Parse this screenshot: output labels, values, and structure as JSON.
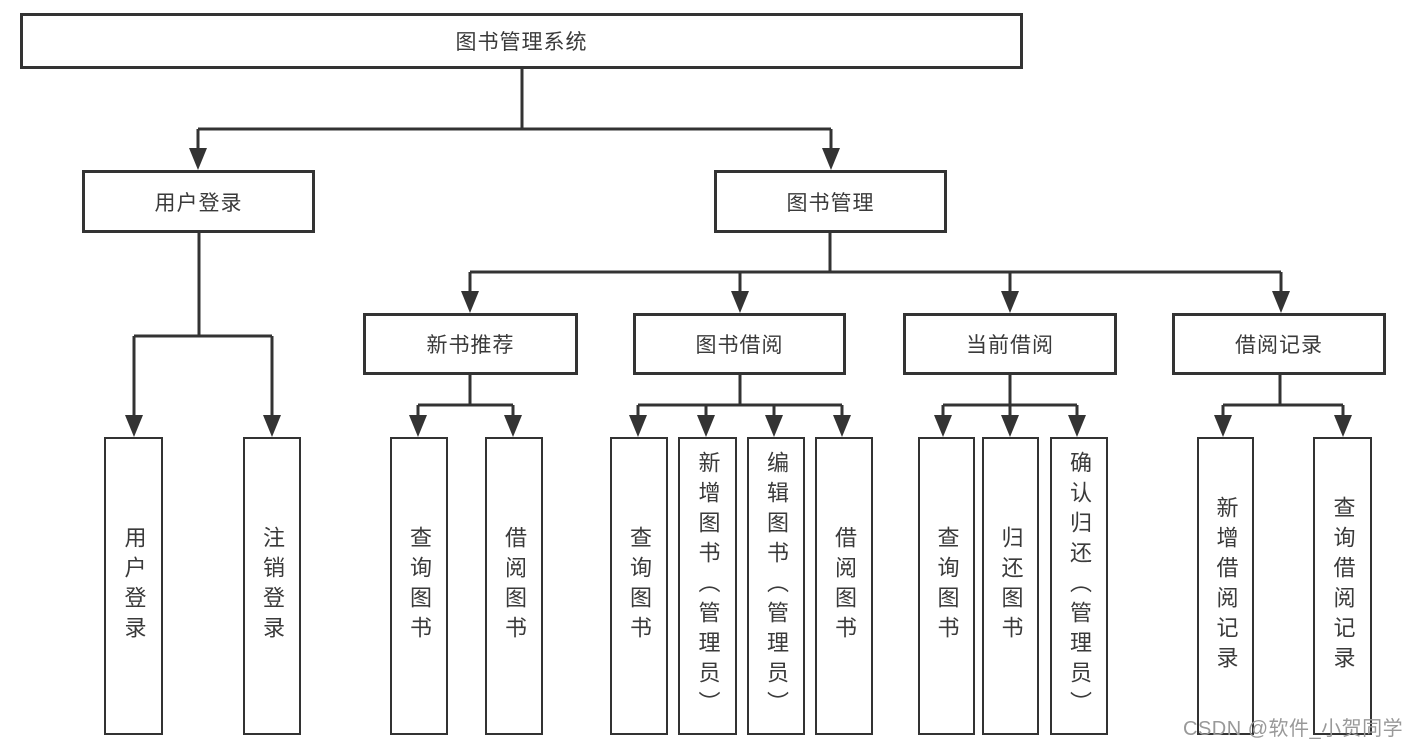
{
  "diagram": {
    "title": "图书管理系统",
    "nodes": {
      "root": {
        "label": "图书管理系统"
      },
      "user_login": {
        "label": "用户登录"
      },
      "book_mgmt": {
        "label": "图书管理"
      },
      "new_book_rec": {
        "label": "新书推荐"
      },
      "book_borrow": {
        "label": "图书借阅"
      },
      "cur_borrow": {
        "label": "当前借阅"
      },
      "borrow_rcd": {
        "label": "借阅记录"
      },
      "leaf_user_login": {
        "label": "用户登录"
      },
      "leaf_logout": {
        "label": "注销登录"
      },
      "rec_query_book": {
        "label": "查询图书"
      },
      "rec_borrow_book": {
        "label": "借阅图书"
      },
      "bor_query_book": {
        "label": "查询图书"
      },
      "bor_add_book": {
        "label": "新增图书（管理员）"
      },
      "bor_edit_book": {
        "label": "编辑图书（管理员）"
      },
      "bor_borrow_book": {
        "label": "借阅图书"
      },
      "cur_query_book": {
        "label": "查询图书"
      },
      "cur_return_book": {
        "label": "归还图书"
      },
      "cur_confirm_return": {
        "label": "确认归还（管理员）"
      },
      "rcd_add_record": {
        "label": "新增借阅记录"
      },
      "rcd_query_record": {
        "label": "查询借阅记录"
      }
    },
    "edges": [
      [
        "图书管理系统",
        "用户登录"
      ],
      [
        "图书管理系统",
        "图书管理"
      ],
      [
        "用户登录",
        "用户登录"
      ],
      [
        "用户登录",
        "注销登录"
      ],
      [
        "图书管理",
        "新书推荐"
      ],
      [
        "图书管理",
        "图书借阅"
      ],
      [
        "图书管理",
        "当前借阅"
      ],
      [
        "图书管理",
        "借阅记录"
      ],
      [
        "新书推荐",
        "查询图书"
      ],
      [
        "新书推荐",
        "借阅图书"
      ],
      [
        "图书借阅",
        "查询图书"
      ],
      [
        "图书借阅",
        "新增图书（管理员）"
      ],
      [
        "图书借阅",
        "编辑图书（管理员）"
      ],
      [
        "图书借阅",
        "借阅图书"
      ],
      [
        "当前借阅",
        "查询图书"
      ],
      [
        "当前借阅",
        "归还图书"
      ],
      [
        "当前借阅",
        "确认归还（管理员）"
      ],
      [
        "借阅记录",
        "新增借阅记录"
      ],
      [
        "借阅记录",
        "查询借阅记录"
      ]
    ],
    "colors": {
      "line": "#333333",
      "text": "#3a3a3a",
      "box_fill": "#ffffff",
      "background": "#ffffff",
      "watermark": "#999999"
    }
  },
  "watermark": {
    "text": "CSDN @软件_小贺同学"
  }
}
